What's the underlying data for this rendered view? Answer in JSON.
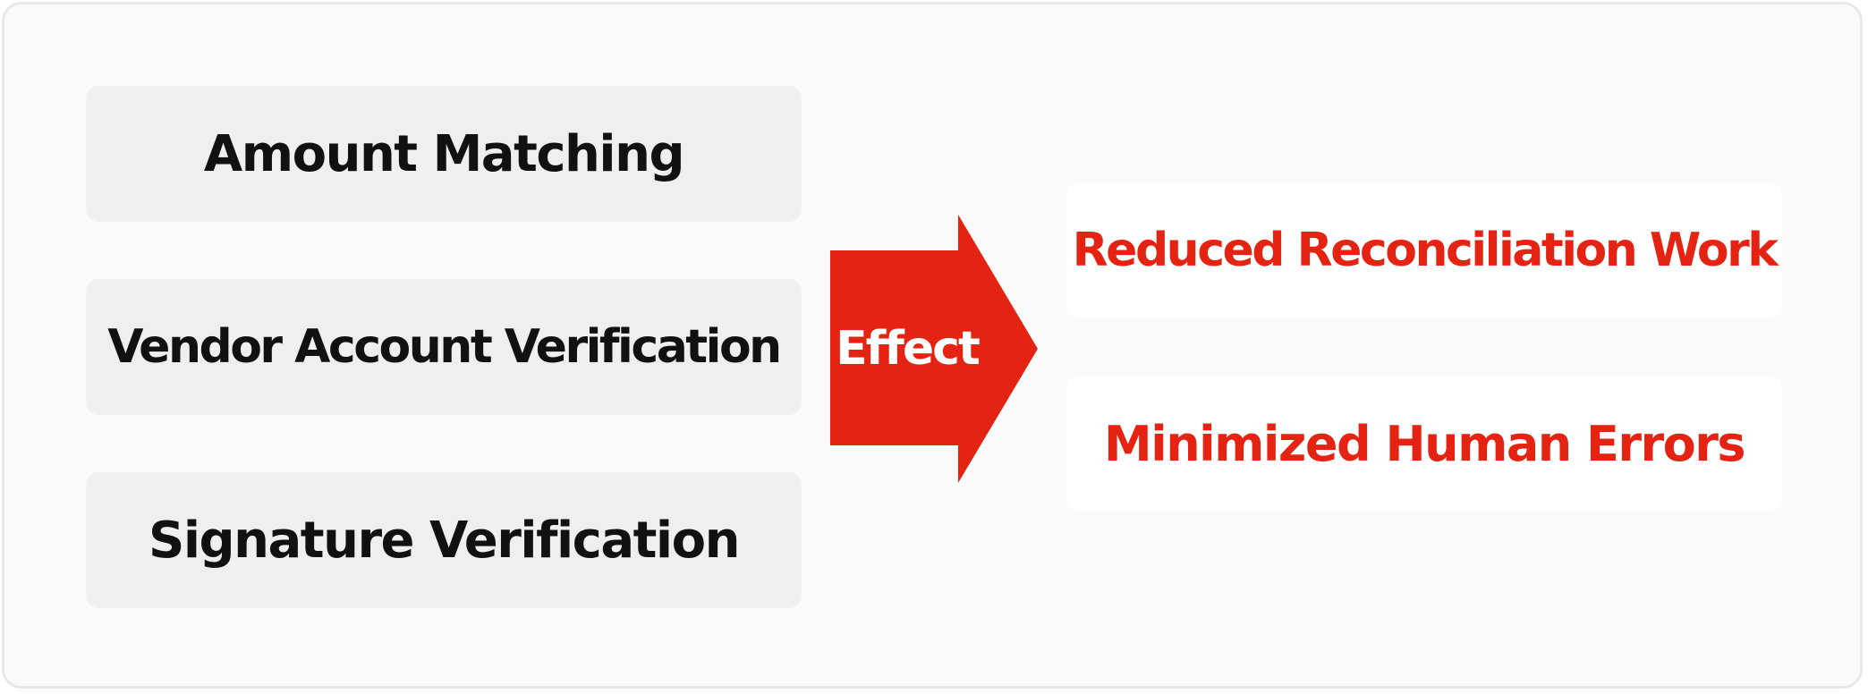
{
  "inputs": [
    {
      "label": "Amount Matching"
    },
    {
      "label": "Vendor Account Verification"
    },
    {
      "label": "Signature Verification"
    }
  ],
  "arrow": {
    "label": "Effect",
    "color": "#e52313"
  },
  "effects": [
    {
      "label": "Reduced Reconciliation Work"
    },
    {
      "label": "Minimized Human Errors"
    }
  ],
  "colors": {
    "accent": "#e52313",
    "input_box": "#efefef",
    "text_dark": "#111111",
    "frame_bg": "#fafafa"
  }
}
